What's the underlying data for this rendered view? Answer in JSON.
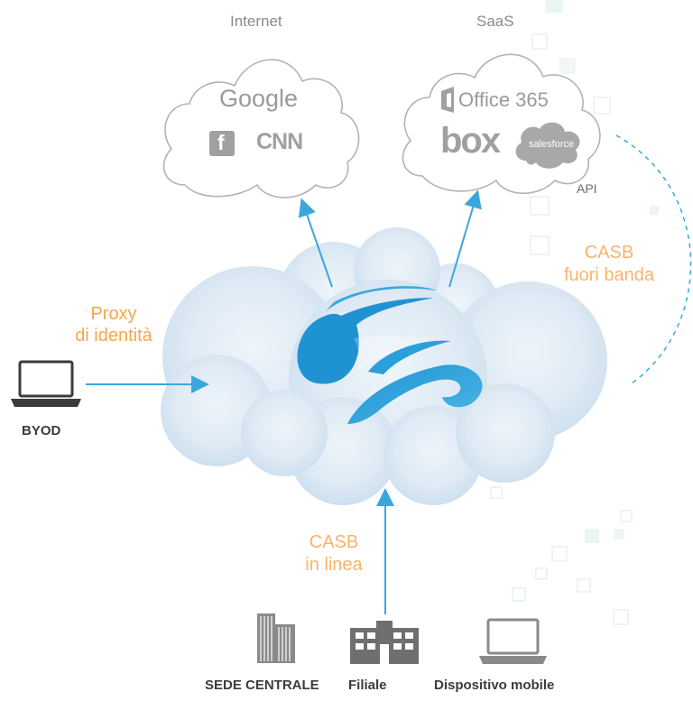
{
  "clouds": {
    "internet": {
      "title": "Internet",
      "logos": {
        "google": "Google",
        "facebook": "f",
        "cnn": "CNN"
      }
    },
    "saas": {
      "title": "SaaS",
      "logos": {
        "office": "Office 365",
        "box": "box",
        "salesforce": "salesforce"
      }
    }
  },
  "api_label": "API",
  "casb_oob": {
    "line1": "CASB",
    "line2": "fuori banda"
  },
  "proxy": {
    "line1": "Proxy",
    "line2": "di identità"
  },
  "byod_label": "BYOD",
  "casb_inline": {
    "line1": "CASB",
    "line2": "in linea"
  },
  "bottom_labels": {
    "hq": "SEDE CENTRALE",
    "branch": "Filiale",
    "mobile": "Dispositivo mobile"
  },
  "colors": {
    "accent_blue": "#3aa7dc",
    "orange": "#f7a54a",
    "cloud_grey": "#b8b8b8",
    "dark_text": "#3b3b3b"
  },
  "icons": [
    "laptop-icon",
    "building-hq-icon",
    "building-branch-icon",
    "mobile-laptop-icon",
    "zscaler-logo-icon"
  ]
}
